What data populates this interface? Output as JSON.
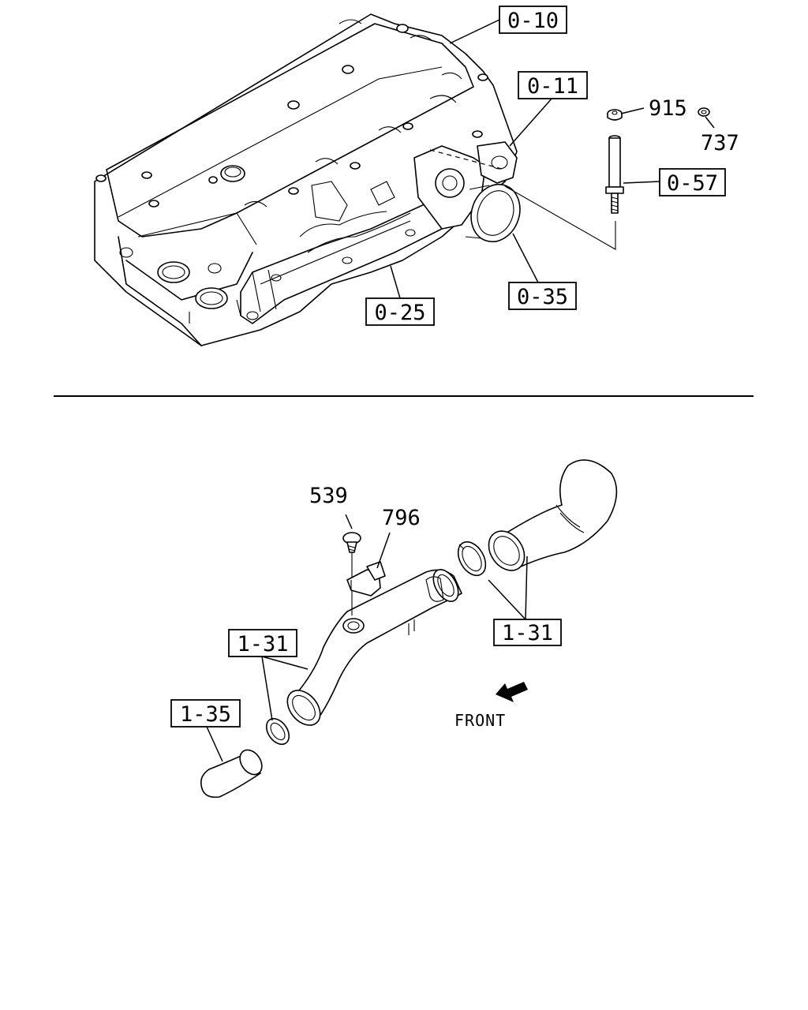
{
  "callouts": {
    "c0_10": "0-10",
    "c0_11": "0-11",
    "c0_57": "0-57",
    "c0_35": "0-35",
    "c0_25": "0-25",
    "c1_31_left": "1-31",
    "c1_31_right": "1-31",
    "c1_35": "1-35"
  },
  "part_numbers": {
    "p915": "915",
    "p737": "737",
    "p539": "539",
    "p796": "796"
  },
  "front_label": "FRONT"
}
